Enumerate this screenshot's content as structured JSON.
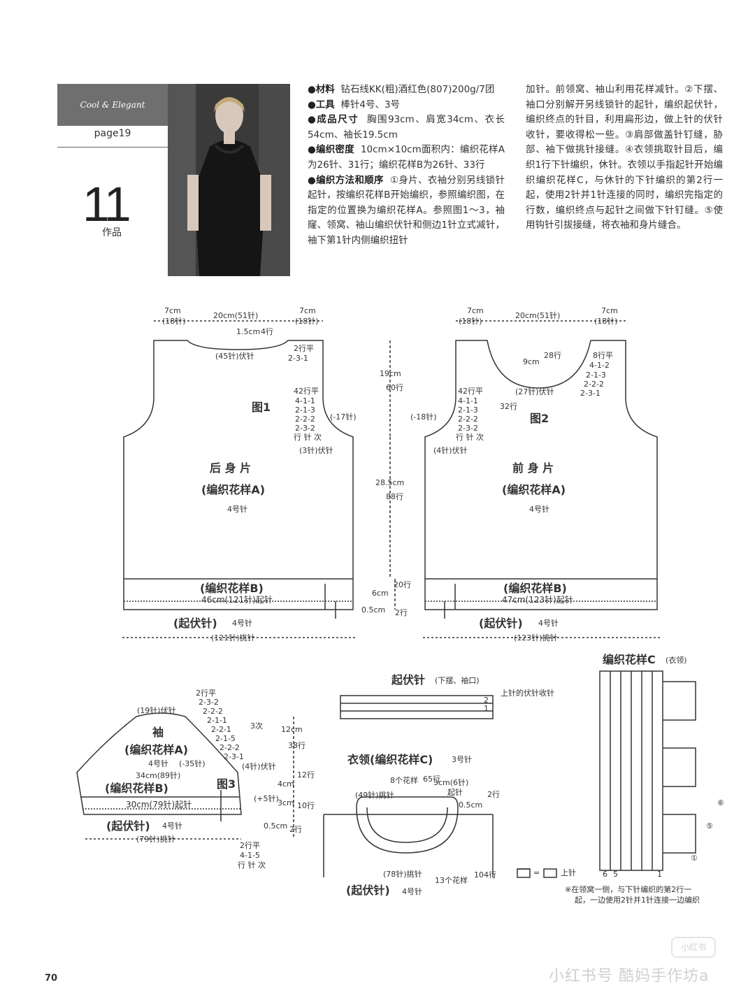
{
  "header": {
    "banner_text": "Cool & Elegant",
    "page_ref": "page19",
    "work_number": "11",
    "work_label": "作品"
  },
  "description": {
    "col1": [
      {
        "label": "●材料",
        "text": "钻石线KK(粗)酒红色(807)200g/7团"
      },
      {
        "label": "●工具",
        "text": "棒针4号、3号"
      },
      {
        "label": "●成品尺寸",
        "text": "胸围93cm、肩宽34cm、衣长54cm、袖长19.5cm"
      },
      {
        "label": "●编织密度",
        "text": "10cm×10cm面积内：编织花样A为26针、31行；编织花样B为26针、33行"
      },
      {
        "label": "●编织方法和顺序",
        "text": "①身片、衣袖分别另线锁针起针，按编织花样B开始编织，参照编织图，在指定的位置换为编织花样A。参照图1～3，袖窿、领窝、袖山编织伏针和侧边1针立式减针，袖下第1针内侧编织扭针"
      }
    ],
    "col2": "加针。前领窝、袖山利用花样减针。②下摆、袖口分别解开另线锁针的起针，编织起伏针，编织终点的针目，利用扁形边，做上针的伏针收针，要收得松一些。③肩部做盖针钉缝，胁部、袖下做挑针接缝。④衣领挑取针目后，编织1行下针编织，休针。衣领以手指起针开始编织编织花样C，与休针的下针编织的第2行一起，使用2针并1针连接的同时，编织完指定的行数，编织终点与起针之间做下针钉缝。⑤使用钩针引拔接缝，将衣袖和身片缝合。"
  },
  "back": {
    "fig": "图1",
    "title": "后 身 片",
    "pattern": "(编织花样A)",
    "needle": "4号针",
    "top_left": "7cm",
    "top_left_st": "(18针)",
    "top_mid": "20cm(51针)",
    "top_right": "7cm",
    "top_right_st": "(18针)",
    "neck_depth": "1.5cm",
    "neck_rows": "4行",
    "neck_bind": "(45针)伏针",
    "neck_dec": [
      "2行平",
      "2-3-1"
    ],
    "arm_dec": [
      "42行平",
      "4-1-1",
      "2-1-3",
      "2-2-2",
      "2-3-2",
      "行 针 次"
    ],
    "arm_minus": "(-17针)",
    "arm_bind": "(3针)伏针",
    "band": "(编织花样B)",
    "width": "46cm(121针)起针",
    "edge": "(起伏针)",
    "edge_needle": "4号针",
    "pickup": "(121针)挑针"
  },
  "center_dims": {
    "armhole_cm": "19cm",
    "armhole_rows": "60行",
    "body_cm": "28.5cm",
    "body_rows": "88行",
    "band_cm": "6cm",
    "band_rows": "20行",
    "edge_cm": "0.5cm",
    "edge_rows": "2行"
  },
  "front": {
    "fig": "图2",
    "title": "前 身 片",
    "pattern": "(编织花样A)",
    "needle": "4号针",
    "top_left": "7cm",
    "top_left_st": "(18针)",
    "top_mid": "20cm(51针)",
    "top_right": "7cm",
    "top_right_st": "(18针)",
    "neck_cm": "9cm",
    "neck_rows": "28行",
    "neck_bind": "(27针)伏针",
    "neck_dec": [
      "8行平",
      "4-1-2",
      "2-1-3",
      "2-2-2",
      "2-3-1"
    ],
    "arm_dec": [
      "42行平",
      "4-1-1",
      "2-1-3",
      "2-2-2",
      "2-3-2",
      "行 针 次"
    ],
    "arm_rows": "32行",
    "arm_minus": "(-18针)",
    "arm_bind": "(4针)伏针",
    "band": "(编织花样B)",
    "width": "47cm(123针)起针",
    "edge": "(起伏针)",
    "edge_needle": "4号针",
    "pickup": "(123针)挑针"
  },
  "sleeve": {
    "fig": "图3",
    "title": "袖",
    "pattern": "(编织花样A)",
    "needle": "4号针",
    "minus": "(-35针)",
    "top_bind": "(19针)伏针",
    "cap_dec": [
      "2行平",
      "2-3-2",
      "2-2-2",
      "2-1-1",
      "2-2-1",
      "2-1-5",
      "2-2-2",
      "2-3-1"
    ],
    "times": "3次",
    "side_bind": "(4针)伏针",
    "width": "34cm(89针)",
    "band": "(编织花样B)",
    "cast_on": "30cm(79针)起针",
    "inc": "(+5针)",
    "edge": "(起伏针)",
    "edge_needle": "4号针",
    "pickup": "(79针)挑针",
    "inc_list": [
      "2行平",
      "4-1-5",
      "行 针 次"
    ],
    "cap_cm": "12cm",
    "cap_rows": "38行",
    "mid_cm": "4cm",
    "mid_rows": "12行",
    "band_cm": "3cm",
    "band_rows": "10行",
    "edge_cm": "0.5cm",
    "edge_rows": "2行"
  },
  "garter": {
    "title": "起伏针",
    "sub": "(下摆、袖口)",
    "note": "上针的伏针收针",
    "rows": [
      "2",
      "1"
    ]
  },
  "collar": {
    "title": "衣领(编织花样C)",
    "needle_top": "3号针",
    "repeat8": "8个花样",
    "rows65": "65行",
    "cm3": "3cm(6针)",
    "cast": "起针",
    "pick49": "(49针)挑针",
    "cm05": "0.5cm",
    "rows2": "2行",
    "pick78": "(78针)挑针",
    "repeat13": "13个花样",
    "rows104": "104行",
    "edge": "(起伏针)",
    "edge_needle": "4号针"
  },
  "chart_c": {
    "title": "编织花样C",
    "sub": "(衣领)",
    "mark6": "⑥",
    "mark5": "⑤",
    "mark1": "①",
    "legend_eq": "=",
    "legend_label": "上针",
    "bottom_nums": [
      "6",
      "5",
      "1"
    ],
    "note": [
      "※在领窝一侧，与下针编织的第2行一",
      "起，一边使用2针并1针连接一边编织"
    ]
  },
  "footer": {
    "page_number": "70",
    "watermark": "小红书号 酷妈手作坊a",
    "logo": "小红书"
  }
}
